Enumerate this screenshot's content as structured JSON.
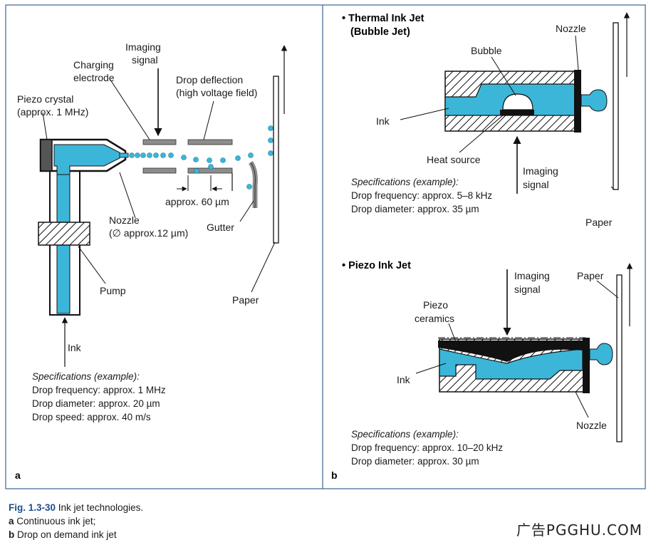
{
  "panel_a": {
    "label": "a",
    "piezo_crystal": [
      "Piezo crystal",
      "(approx. 1 MHz)"
    ],
    "charging_electrode": [
      "Charging",
      "electrode"
    ],
    "imaging_signal": [
      "Imaging",
      "signal"
    ],
    "drop_deflection": [
      "Drop deflection",
      "(high voltage field)"
    ],
    "nozzle": [
      "Nozzle",
      "(∅ approx.12 µm)"
    ],
    "spacing": "approx. 60 µm",
    "gutter": "Gutter",
    "pump": "Pump",
    "paper": "Paper",
    "ink": "Ink",
    "specs": {
      "heading": "Specifications (example):",
      "lines": [
        "Drop frequency: approx. 1 MHz",
        "Drop diameter: approx. 20 µm",
        "Drop speed: approx. 40 m/s"
      ]
    }
  },
  "panel_b": {
    "label": "b",
    "thermal": {
      "title": [
        "• Thermal Ink Jet",
        "(Bubble Jet)"
      ],
      "bubble": "Bubble",
      "nozzle": "Nozzle",
      "ink": "Ink",
      "heat_source": "Heat source",
      "imaging_signal": [
        "Imaging",
        "signal"
      ],
      "paper": "Paper",
      "specs": {
        "heading": "Specifications (example):",
        "lines": [
          "Drop frequency: approx. 5–8 kHz",
          "Drop diameter: approx. 35 µm"
        ]
      }
    },
    "piezo": {
      "title": "• Piezo Ink Jet",
      "imaging_signal": [
        "Imaging",
        "signal"
      ],
      "paper": "Paper",
      "piezo_ceramics": [
        "Piezo",
        "ceramics"
      ],
      "ink": "Ink",
      "nozzle": "Nozzle",
      "specs": {
        "heading": "Specifications (example):",
        "lines": [
          "Drop frequency: approx. 10–20 kHz",
          "Drop diameter: approx. 30 µm"
        ]
      }
    }
  },
  "caption": {
    "number": "Fig. 1.3-30",
    "title": "Ink jet technologies.",
    "a_key": "a",
    "a_text": "Continuous ink jet;",
    "b_key": "b",
    "b_text": "Drop on demand ink jet"
  },
  "watermark": "广告PGGHU.COM",
  "colors": {
    "ink": "#3cb6d8",
    "border": "#1f4e8c",
    "frame": "#9bb3cc",
    "gray_plate": "#8c8c8c"
  }
}
